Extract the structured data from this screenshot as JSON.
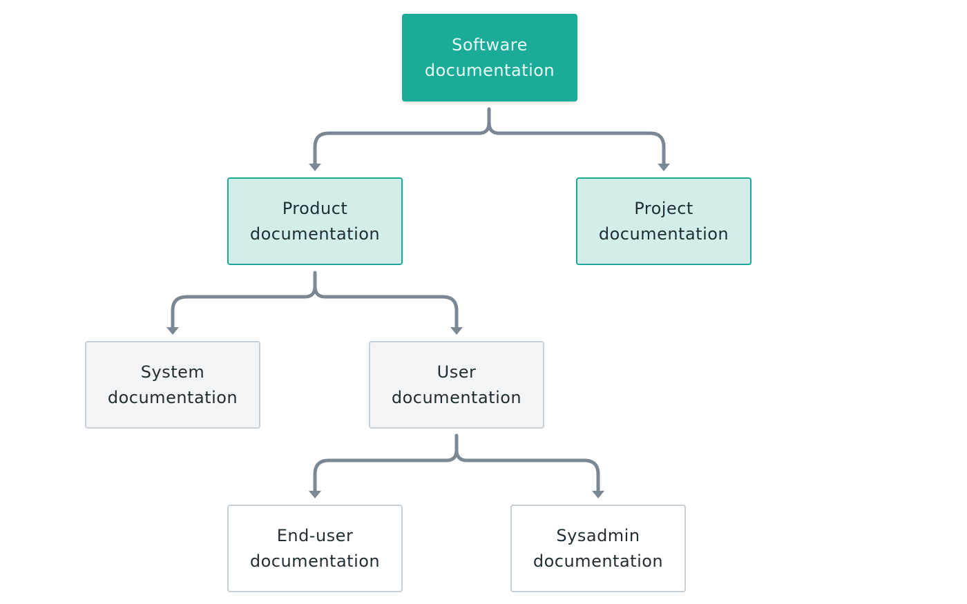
{
  "diagram": {
    "type": "hierarchy-tree",
    "colors": {
      "root_fill": "#1aab99",
      "level1_fill": "#d3eeea",
      "level1_border": "#1ba898",
      "level2_fill": "#f2f4f6",
      "leaf_fill": "#ffffff",
      "neutral_border": "#c6ced6",
      "connector": "#7a8895"
    },
    "nodes": {
      "root": {
        "line1": "Software",
        "line2": "documentation"
      },
      "product": {
        "line1": "Product",
        "line2": "documentation"
      },
      "project": {
        "line1": "Project",
        "line2": "documentation"
      },
      "system": {
        "line1": "System",
        "line2": "documentation"
      },
      "user": {
        "line1": "User",
        "line2": "documentation"
      },
      "enduser": {
        "line1": "End-user",
        "line2": "documentation"
      },
      "sysadmin": {
        "line1": "Sysadmin",
        "line2": "documentation"
      }
    },
    "edges": [
      {
        "from": "root",
        "to": "product"
      },
      {
        "from": "root",
        "to": "project"
      },
      {
        "from": "product",
        "to": "system"
      },
      {
        "from": "product",
        "to": "user"
      },
      {
        "from": "user",
        "to": "enduser"
      },
      {
        "from": "user",
        "to": "sysadmin"
      }
    ]
  }
}
